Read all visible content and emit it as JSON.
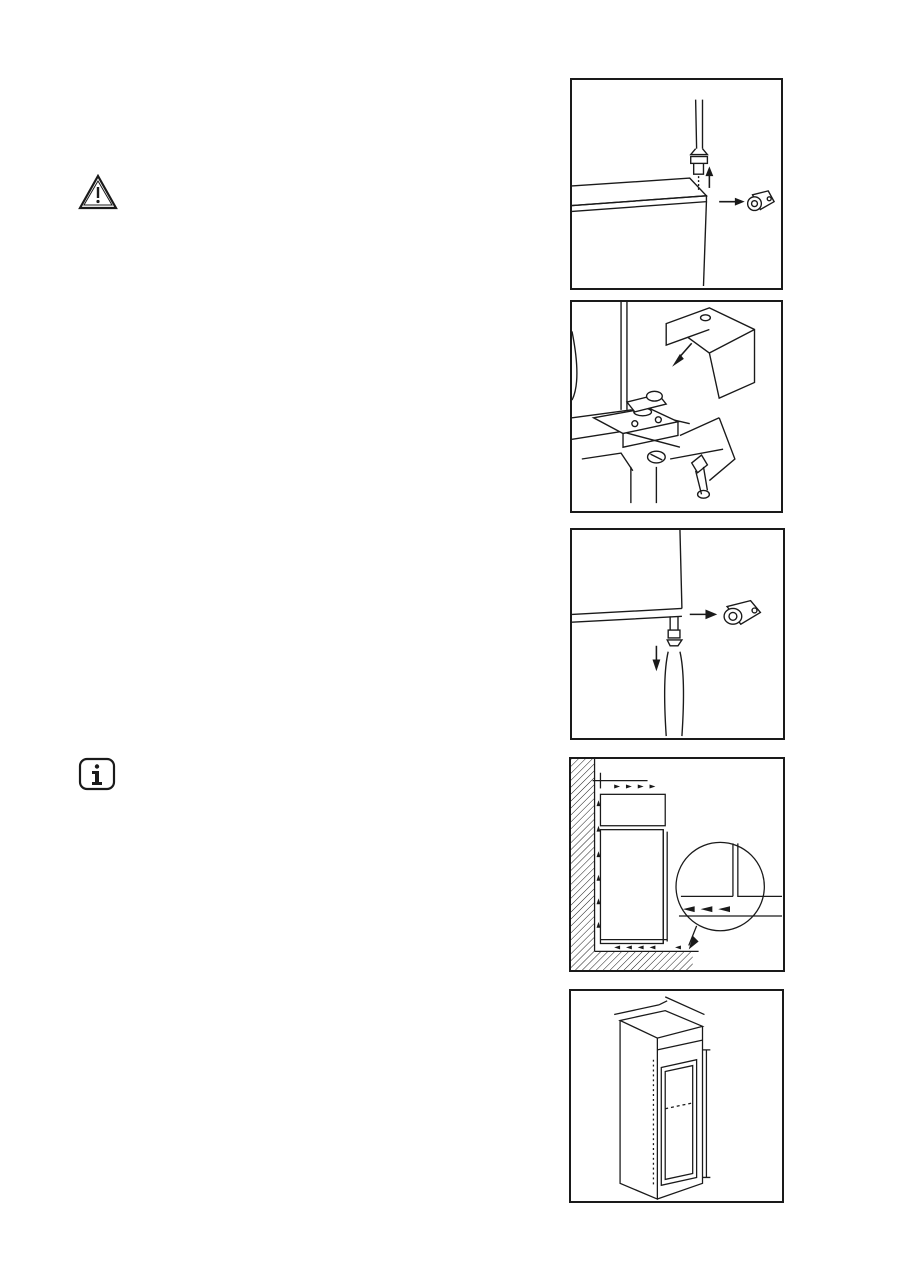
{
  "notices": {
    "warning": {
      "icon": "warning-triangle-icon"
    },
    "info": {
      "icon": "info-icon"
    }
  },
  "figures": [
    {
      "name": "figure-remove-top-hinge-pin",
      "icon": "screwdriver-icon"
    },
    {
      "name": "figure-hinge-bracket-exploded",
      "icon": "hinge-icon"
    },
    {
      "name": "figure-remove-bottom-hinge-pin",
      "icon": "screwdriver-icon"
    },
    {
      "name": "figure-ventilation-airflow",
      "icon": "airflow-icon"
    },
    {
      "name": "figure-niche-dimensions",
      "icon": "cabinet-icon"
    }
  ],
  "colors": {
    "line": "#1a1a1a",
    "background": "#ffffff"
  }
}
